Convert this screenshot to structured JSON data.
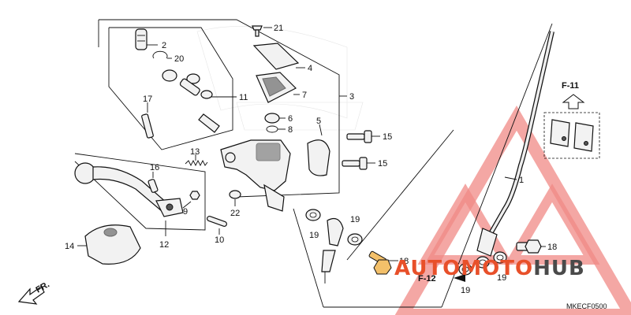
{
  "callouts": [
    {
      "id": "c2",
      "text": "2"
    },
    {
      "id": "c20",
      "text": "20"
    },
    {
      "id": "c11",
      "text": "11"
    },
    {
      "id": "c17",
      "text": "17"
    },
    {
      "id": "c21",
      "text": "21"
    },
    {
      "id": "c4",
      "text": "4"
    },
    {
      "id": "c7",
      "text": "7"
    },
    {
      "id": "c3",
      "text": "3"
    },
    {
      "id": "c6",
      "text": "6"
    },
    {
      "id": "c8",
      "text": "8"
    },
    {
      "id": "c5",
      "text": "5"
    },
    {
      "id": "c15a",
      "text": "15"
    },
    {
      "id": "c15b",
      "text": "15"
    },
    {
      "id": "c13",
      "text": "13"
    },
    {
      "id": "c16",
      "text": "16"
    },
    {
      "id": "c9",
      "text": "9"
    },
    {
      "id": "c22",
      "text": "22"
    },
    {
      "id": "c12",
      "text": "12"
    },
    {
      "id": "c10",
      "text": "10"
    },
    {
      "id": "c14",
      "text": "14"
    },
    {
      "id": "c19a",
      "text": "19"
    },
    {
      "id": "c19b",
      "text": "19"
    },
    {
      "id": "c18a",
      "text": "18"
    },
    {
      "id": "c18b",
      "text": "18"
    },
    {
      "id": "c19c",
      "text": "19"
    },
    {
      "id": "c19d",
      "text": "19"
    },
    {
      "id": "c1",
      "text": "1"
    }
  ],
  "refs": {
    "f11": "F-11",
    "f12": "F-12",
    "front": "FR."
  },
  "diagram_code": "MKECF0500",
  "watermark": {
    "part_a": "AUTOMOTO",
    "part_b": "HUB",
    "accent_color": "#e8502a",
    "dark_color": "#4a4a4a"
  }
}
